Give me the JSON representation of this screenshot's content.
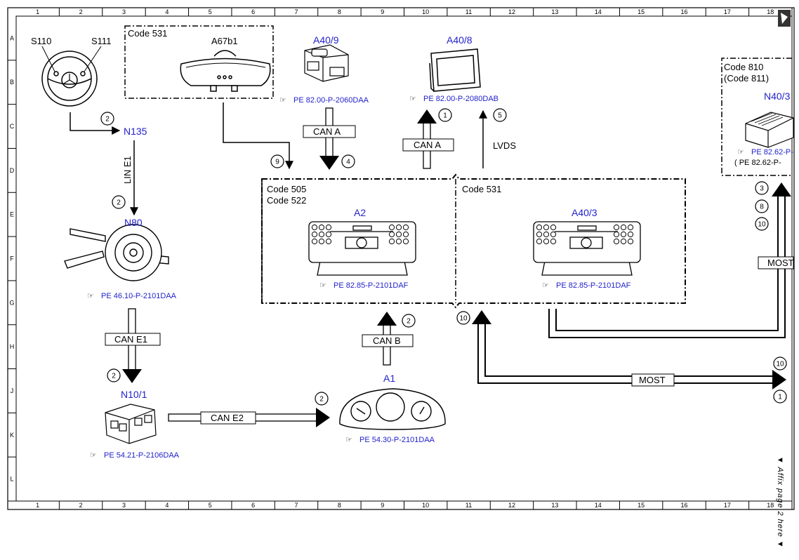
{
  "grid": {
    "columns": [
      "1",
      "2",
      "3",
      "4",
      "5",
      "6",
      "7",
      "8",
      "9",
      "10",
      "11",
      "12",
      "13",
      "14",
      "15",
      "16",
      "17",
      "18"
    ],
    "rows": [
      "A",
      "B",
      "C",
      "D",
      "E",
      "F",
      "G",
      "H",
      "J",
      "K",
      "L"
    ]
  },
  "code_boxes": {
    "c531_top": "Code 531",
    "c505": "Code 505",
    "c522": "Code 522",
    "c531_mid": "Code 531",
    "c810": "Code 810",
    "c811": "(Code 811)"
  },
  "components": {
    "s110": "S110",
    "s111": "S111",
    "a67b1": "A67b1",
    "a40_9": "A40/9",
    "a40_8": "A40/8",
    "n40_3": "N40/3",
    "n135": "N135",
    "n80": "N80",
    "a2": "A2",
    "a40_3": "A40/3",
    "n10_1": "N10/1",
    "a1": "A1"
  },
  "references": {
    "a40_9": "PE 82.00-P-2060DAA",
    "a40_8": "PE 82.00-P-2080DAB",
    "n40_3_a": "PE 82.62-P-",
    "n40_3_b": "(  PE 82.62-P-",
    "n80": "PE 46.10-P-2101DAA",
    "a2": "PE 82.85-P-2101DAF",
    "a40_3": "PE 82.85-P-2101DAF",
    "n10_1": "PE 54.21-P-2106DAA",
    "a1": "PE 54.30-P-2101DAA"
  },
  "bus_labels": {
    "lin_e1": "LIN E1",
    "can_a_1": "CAN A",
    "can_a_2": "CAN A",
    "lvds": "LVDS",
    "can_e1": "CAN E1",
    "can_b": "CAN B",
    "can_e2": "CAN E2",
    "most_1": "MOST",
    "most_2": "MOST"
  },
  "markers": {
    "m_s110": "2",
    "m_n80": "2",
    "m_a67": "9",
    "m_a40_9": "4",
    "m_a40_8_up": "1",
    "m_lvds": "5",
    "m_n40_3": "3",
    "m_n40_8": "8",
    "m_n40_10": "10",
    "m_can_b": "2",
    "m_most_left": "10",
    "m_n10": "2",
    "m_a1": "2",
    "m_most_right_top": "10",
    "m_most_right_bottom": "1"
  },
  "side_note": "▼ Affix page 2 here ▼"
}
